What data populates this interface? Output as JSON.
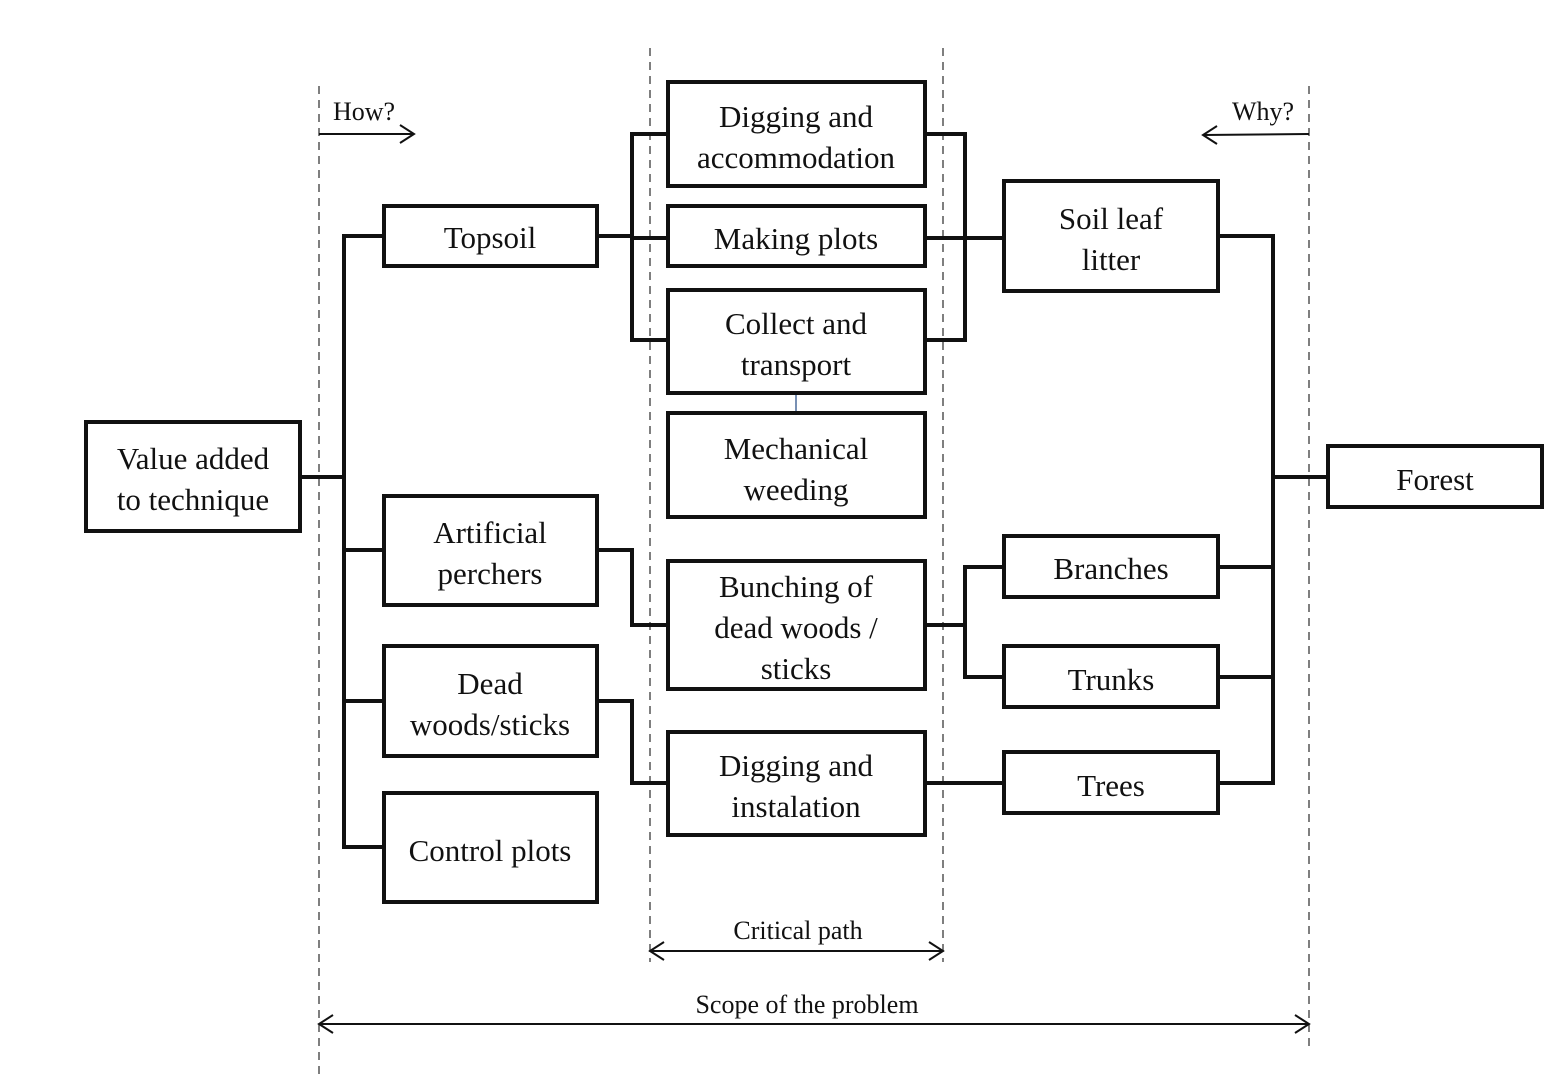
{
  "diagram": {
    "type": "FAST diagram (Function Analysis System Technique)",
    "direction_labels": {
      "how": "How?",
      "why": "Why?"
    },
    "span_labels": {
      "critical_path": "Critical path",
      "scope": "Scope of the problem"
    },
    "nodes": {
      "value_added": [
        "Value added",
        "to technique"
      ],
      "topsoil": [
        "Topsoil"
      ],
      "artificial_perchers": [
        "Artificial",
        "perchers"
      ],
      "dead_woods": [
        "Dead",
        "woods/sticks"
      ],
      "control_plots": [
        "Control plots"
      ],
      "digging_accommodation": [
        "Digging and",
        "accommodation"
      ],
      "making_plots": [
        "Making plots"
      ],
      "collect_transport": [
        "Collect and",
        "transport"
      ],
      "mechanical_weeding": [
        "Mechanical",
        "weeding"
      ],
      "bunching": [
        "Bunching of",
        "dead woods /",
        "sticks"
      ],
      "digging_installation": [
        "Digging and",
        "instalation"
      ],
      "soil_leaf_litter": [
        "Soil leaf",
        "litter"
      ],
      "branches": [
        "Branches"
      ],
      "trunks": [
        "Trunks"
      ],
      "trees": [
        "Trees"
      ],
      "forest": [
        "Forest"
      ]
    },
    "edges": [
      [
        "value_added",
        "topsoil"
      ],
      [
        "value_added",
        "artificial_perchers"
      ],
      [
        "value_added",
        "dead_woods"
      ],
      [
        "value_added",
        "control_plots"
      ],
      [
        "topsoil",
        "digging_accommodation"
      ],
      [
        "topsoil",
        "making_plots"
      ],
      [
        "topsoil",
        "collect_transport"
      ],
      [
        "artificial_perchers",
        "bunching"
      ],
      [
        "dead_woods",
        "digging_installation"
      ],
      [
        "digging_accommodation",
        "soil_leaf_litter"
      ],
      [
        "making_plots",
        "soil_leaf_litter"
      ],
      [
        "collect_transport",
        "soil_leaf_litter"
      ],
      [
        "collect_transport",
        "mechanical_weeding"
      ],
      [
        "bunching",
        "branches"
      ],
      [
        "bunching",
        "trunks"
      ],
      [
        "digging_installation",
        "trees"
      ],
      [
        "soil_leaf_litter",
        "forest"
      ],
      [
        "branches",
        "forest"
      ],
      [
        "trunks",
        "forest"
      ],
      [
        "trees",
        "forest"
      ]
    ]
  }
}
